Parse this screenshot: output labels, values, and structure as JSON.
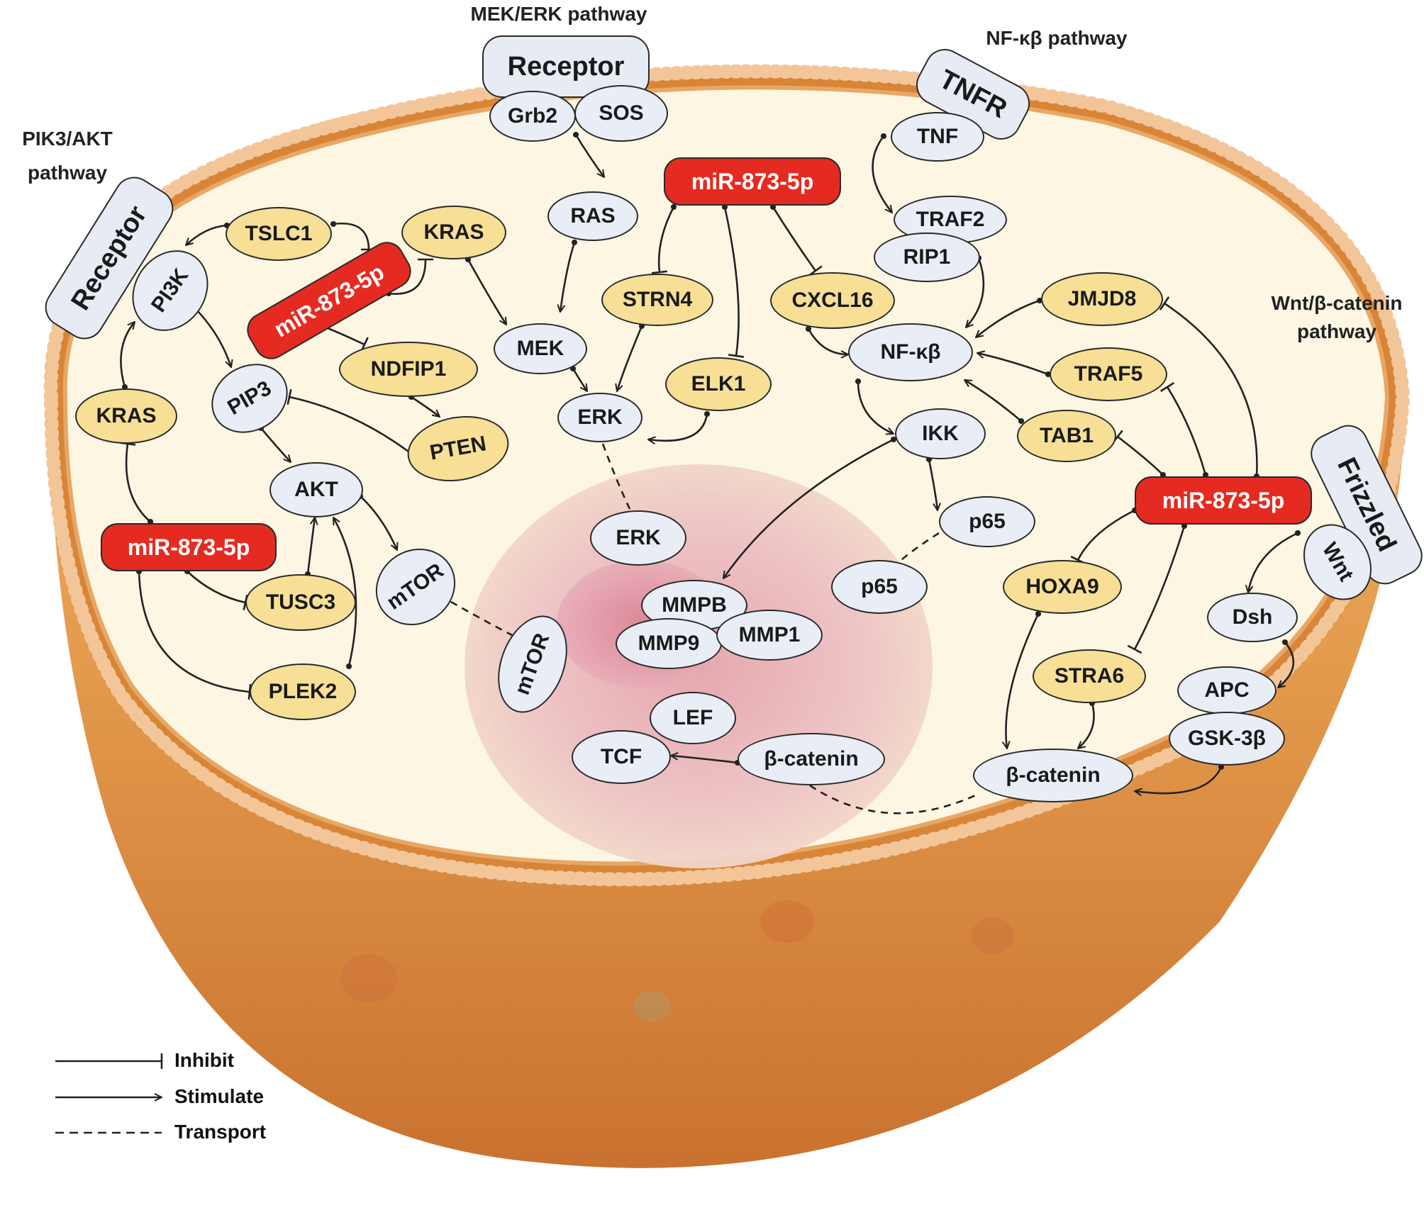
{
  "pathways": {
    "mek_erk": "MEK/ERK pathway",
    "nfkb": "NF-κβ pathway",
    "pik3_akt_line1": "PIK3/AKT",
    "pik3_akt_line2": "pathway",
    "wnt_line1": "Wnt/β-catenin",
    "wnt_line2": "pathway"
  },
  "receptors": {
    "mek_receptor": "Receptor",
    "pik3_receptor": "Receptor",
    "tnfr": "TNFR",
    "frizzled": "Frizzled"
  },
  "nodes": {
    "grb2": "Grb2",
    "sos": "SOS",
    "ras": "RAS",
    "mek": "MEK",
    "erk_cyto": "ERK",
    "erk_nuc": "ERK",
    "strn4": "STRN4",
    "elk1": "ELK1",
    "cxcl16": "CXCL16",
    "mir_mek": "miR-873-5p",
    "tnf": "TNF",
    "traf2": "TRAF2",
    "rip1": "RIP1",
    "nfkb": "NF-κβ",
    "ikk": "IKK",
    "p65_cyto": "p65",
    "p65_nuc": "p65",
    "jmjd8": "JMJD8",
    "traf5": "TRAF5",
    "tab1": "TAB1",
    "pi3k": "PI3K",
    "tslc1": "TSLC1",
    "kras_top": "KRAS",
    "mir_pik3_top": "miR-873-5p",
    "ndfip1": "NDFIP1",
    "pten": "PTEN",
    "pip3": "PIP3",
    "akt": "AKT",
    "kras_left": "KRAS",
    "mir_pik3_bottom": "miR-873-5p",
    "tusc3": "TUSC3",
    "plek2": "PLEK2",
    "mtor_cyto": "mTOR",
    "mtor_nuc": "mTOR",
    "mmpb": "MMPB",
    "mmp9": "MMP9",
    "mmp1": "MMP1",
    "lef": "LEF",
    "tcf": "TCF",
    "bcat_nuc": "β-catenin",
    "bcat_cyto": "β-catenin",
    "mir_wnt": "miR-873-5p",
    "hoxa9": "HOXA9",
    "stra6": "STRA6",
    "wnt": "Wnt",
    "dsh": "Dsh",
    "apc": "APC",
    "gsk3b": "GSK-3β"
  },
  "legend": {
    "inhibit": "Inhibit",
    "stimulate": "Stimulate",
    "transport": "Transport"
  },
  "colors": {
    "mirna": "#e52b21",
    "target": "#f7df96",
    "protein": "#e9eef6",
    "membrane": "#d9843a",
    "cytoplasm": "#fdf6e3",
    "nucleus": "#e8b8bc"
  }
}
